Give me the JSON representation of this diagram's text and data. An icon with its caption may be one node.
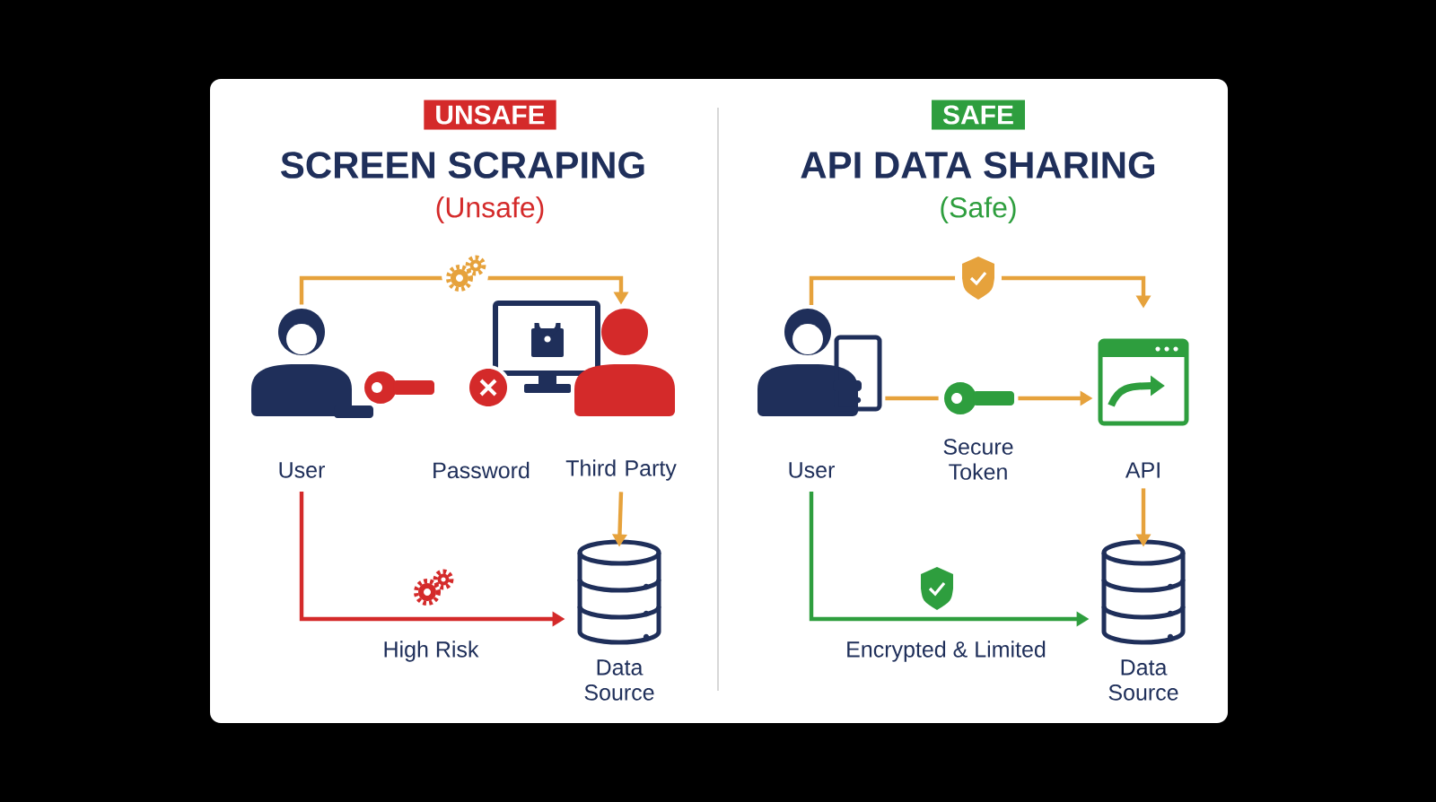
{
  "diagram": {
    "nodes": [
      {
        "text": [
          "UNSAFE"
        ]
      },
      {
        "text": [],
        "shape": "person",
        "beside": [
          "User"
        ]
      },
      {
        "text": [],
        "shape": "person",
        "beside": [
          "Third Party"
        ]
      },
      {
        "text": [],
        "shape": "cylinder",
        "beside": [
          "Data Source"
        ]
      },
      {
        "text": [
          "SAFE"
        ]
      },
      {
        "text": [],
        "shape": "person",
        "beside": [
          "User"
        ]
      },
      {
        "text": [],
        "shape": "key",
        "beside": [
          "Secure Token"
        ]
      },
      {
        "text": [],
        "shape": "window",
        "beside": [
          "API"
        ]
      },
      {
        "text": [],
        "shape": "cylinder",
        "beside": [
          "Data Source"
        ]
      }
    ],
    "edges": [
      {
        "from": 1,
        "to": 2,
        "arrow": "to"
      },
      {
        "from": 2,
        "to": 3,
        "arrow": "to"
      },
      {
        "from": 1,
        "to": 3,
        "arrow": "to",
        "label": "High Risk",
        "color": "#d42a2a"
      },
      {
        "from": 5,
        "to": 7,
        "arrow": "to"
      },
      {
        "from": 5,
        "to": 6,
        "arrow": "none"
      },
      {
        "from": 6,
        "to": 7,
        "arrow": "to"
      },
      {
        "from": 7,
        "to": 8,
        "arrow": "to"
      },
      {
        "from": 5,
        "to": 8,
        "arrow": "to",
        "label": "Encrypted & Limited",
        "color": "#2e9e3e"
      }
    ],
    "labels": [
      "SCREEN SCRAPING",
      "(Unsafe)",
      "Password",
      "API DATA SHARING",
      "(Safe)"
    ]
  }
}
